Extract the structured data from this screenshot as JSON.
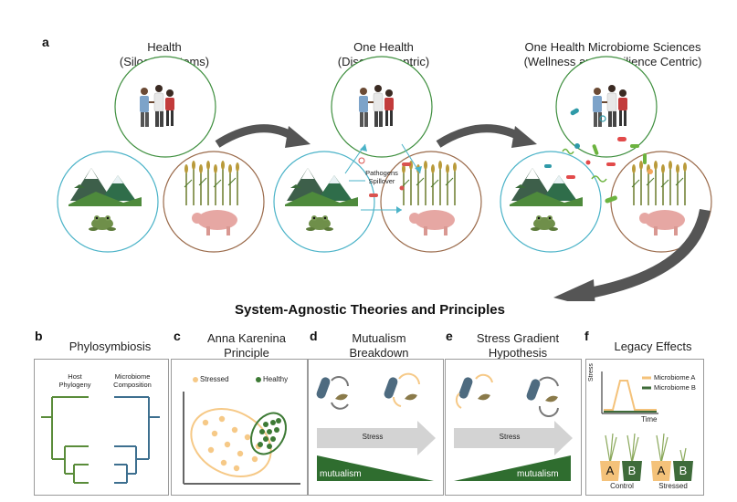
{
  "panel_a": {
    "letter": "a",
    "columns": [
      {
        "title_line1": "Health",
        "title_line2": "(Siloed Systems)"
      },
      {
        "title_line1": "One Health",
        "title_line2": "(Disease Centric)"
      },
      {
        "title_line1": "One Health Microbiome Sciences",
        "title_line2": "(Wellness and Resilience Centric)"
      }
    ],
    "pathogens_label_line1": "Pathogens",
    "pathogens_label_line2": "Spillover"
  },
  "main_heading": "System-Agnostic Theories and Principles",
  "panels": {
    "b": {
      "letter": "b",
      "title": "Phylosymbiosis",
      "host_label_1": "Host",
      "host_label_2": "Phylogeny",
      "micro_label_1": "Microbiome",
      "micro_label_2": "Composition"
    },
    "c": {
      "letter": "c",
      "title_line1": "Anna Karenina",
      "title_line2": "Principle",
      "legend_stressed": "Stressed",
      "legend_healthy": "Healthy"
    },
    "d": {
      "letter": "d",
      "title_line1": "Mutualism",
      "title_line2": "Breakdown",
      "arrow_label": "Stress",
      "wedge_label": "mutualism"
    },
    "e": {
      "letter": "e",
      "title_line1": "Stress Gradient",
      "title_line2": "Hypothesis",
      "arrow_label": "Stress",
      "wedge_label": "mutualism"
    },
    "f": {
      "letter": "f",
      "title": "Legacy Effects",
      "y_label": "Stress",
      "x_label": "Time",
      "legend_a": "Microbiome A",
      "legend_b": "Microbiome B",
      "pot_a": "A",
      "pot_b": "B",
      "group_control": "Control",
      "group_stressed": "Stressed"
    }
  },
  "colors": {
    "circle_green": "#3f8f3f",
    "circle_teal": "#4bb3c8",
    "circle_brown": "#9a6a4a",
    "arrow_gray": "#555555",
    "stressed_orange": "#f6c987",
    "healthy_green": "#3d7a35",
    "host_tree_green": "#5a8c3a",
    "microbe_tree_blue": "#3d6f8f",
    "wedge_green": "#2f6d2f",
    "pot_orange": "#f4c27a",
    "pot_green": "#3e6b3a"
  }
}
